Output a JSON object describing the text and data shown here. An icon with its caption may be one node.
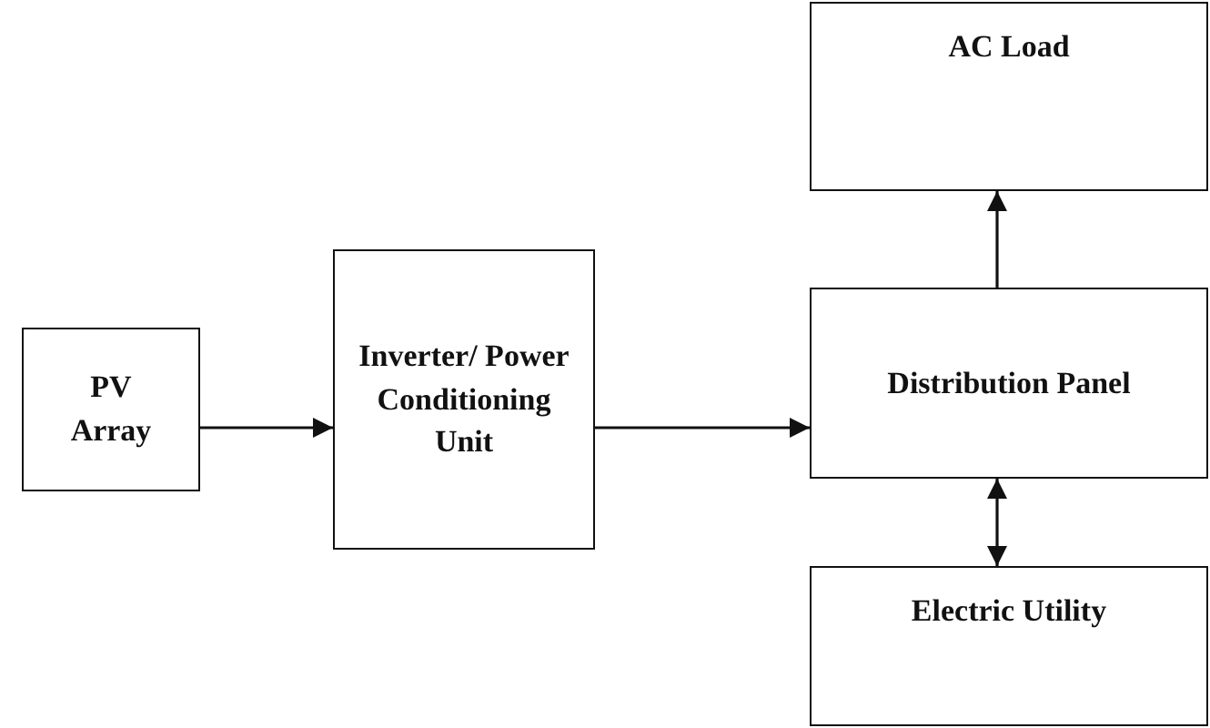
{
  "diagram": {
    "nodes": [
      {
        "text": [
          "PV Array"
        ]
      },
      {
        "text": [
          "Inverter/ Power Conditioning Unit"
        ]
      },
      {
        "text": [
          "AC Load"
        ]
      },
      {
        "text": [
          "Distribution Panel"
        ]
      },
      {
        "text": [
          "Electric Utility"
        ]
      }
    ],
    "edges": [
      {
        "from": 0,
        "to": 1,
        "arrow": "to"
      },
      {
        "from": 1,
        "to": 3,
        "arrow": "to"
      },
      {
        "from": 3,
        "to": 2,
        "arrow": "to"
      },
      {
        "from": 3,
        "to": 4,
        "arrow": "both"
      }
    ]
  }
}
